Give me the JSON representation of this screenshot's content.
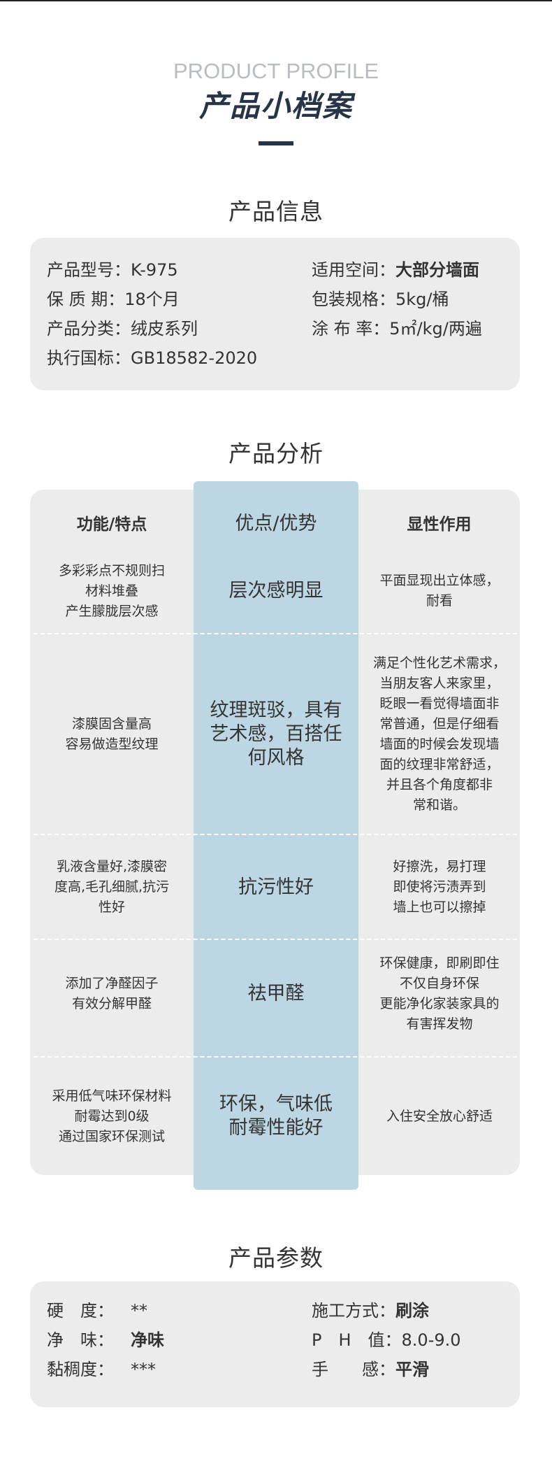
{
  "header": {
    "title_en": "PRODUCT PROFILE",
    "title_cn": "产品小档案"
  },
  "product_info": {
    "title": "产品信息",
    "left": [
      {
        "label": "产品型号：",
        "value": "K-975"
      },
      {
        "label": "保 质 期：",
        "value": "18个月"
      },
      {
        "label": "产品分类：",
        "value": "绒皮系列"
      },
      {
        "label": "执行国标：",
        "value": "GB18582-2020"
      }
    ],
    "right": [
      {
        "label": "适用空间：",
        "value": "大部分墙面"
      },
      {
        "label": "包装规格：",
        "value": "5kg/桶"
      },
      {
        "label": "涂 布 率：",
        "value": "5㎡/kg/两遍"
      }
    ]
  },
  "analysis": {
    "title": "产品分析",
    "headers": [
      "功能/特点",
      "优点/优势",
      "显性作用"
    ],
    "rows": [
      {
        "feature": "多彩彩点不规则扫\n材料堆叠\n产生朦胧层次感",
        "advantage": "层次感明显",
        "effect": "平面显现出立体感，\n耐看"
      },
      {
        "feature": "漆膜固含量高\n容易做造型纹理",
        "advantage": "纹理斑驳，具有\n艺术感，百搭任\n何风格",
        "effect": "满足个性化艺术需求，\n当朋友客人来家里，\n眨眼一看觉得墙面非\n常普通，但是仔细看\n墙面的时候会发现墙\n面的纹理非常舒适，\n并且各个角度都非\n常和谐。"
      },
      {
        "feature": "乳液含量好,漆膜密\n度高,毛孔细腻,抗污\n性好",
        "advantage": "抗污性好",
        "effect": "好擦洗，易打理\n即使将污渍弄到\n墙上也可以擦掉"
      },
      {
        "feature": "添加了净醛因子\n有效分解甲醛",
        "advantage": "祛甲醛",
        "effect": "环保健康，即刷即住\n不仅自身环保\n更能净化家装家具的\n有害挥发物"
      },
      {
        "feature": "采用低气味环保材料\n耐霉达到0级\n通过国家环保测试",
        "advantage": "环保，气味低\n耐霉性能好",
        "effect": "入住安全放心舒适"
      }
    ]
  },
  "params": {
    "title": "产品参数",
    "left": [
      {
        "label": "硬　度：",
        "value": "**"
      },
      {
        "label": "净　味：",
        "value": "净味"
      },
      {
        "label": "黏稠度：",
        "value": "***"
      }
    ],
    "right": [
      {
        "label": "施工方式：",
        "value": "刷涂"
      },
      {
        "label": "P　H　值：",
        "value": "8.0-9.0"
      },
      {
        "label": "手　　感：",
        "value": "平滑"
      }
    ]
  },
  "colors": {
    "accent": "#273447",
    "highlight_column": "#bdd6e3",
    "card_bg": "#ececec"
  }
}
